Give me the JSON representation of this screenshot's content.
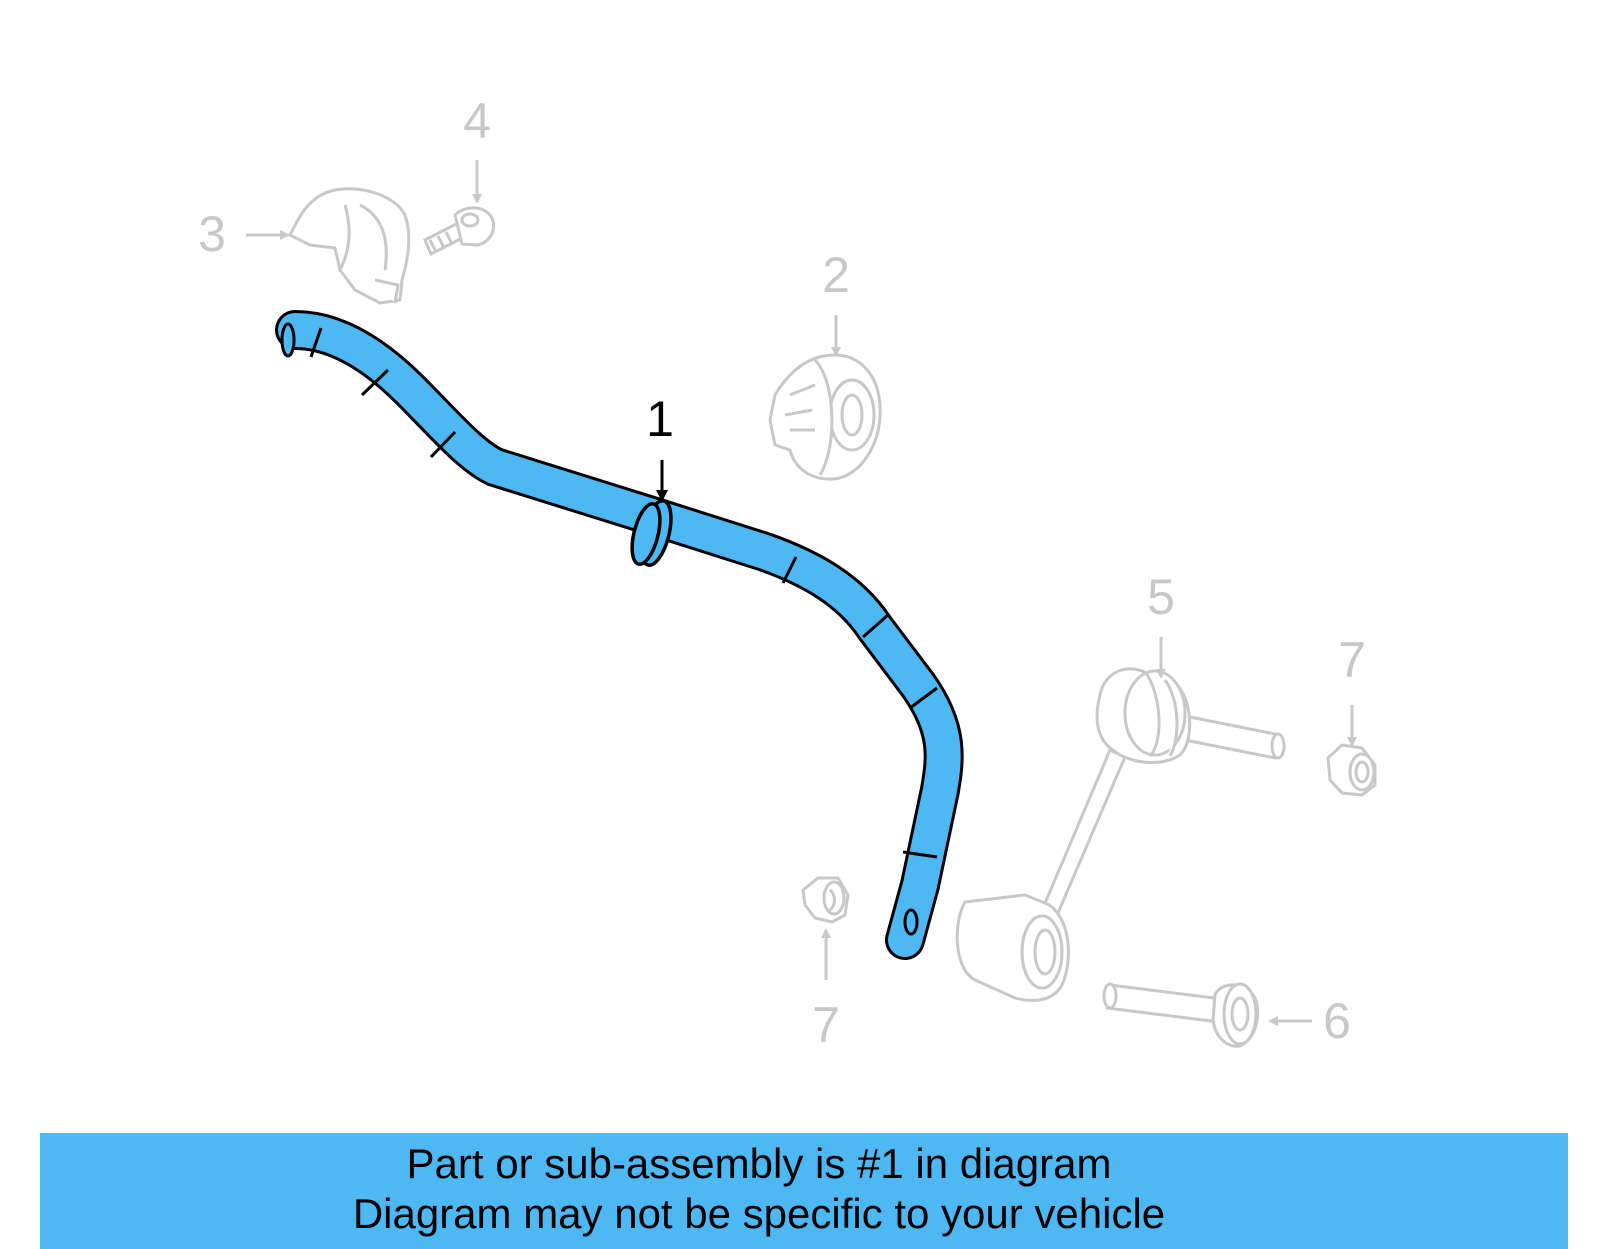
{
  "colors": {
    "highlight": "#4db8f4",
    "faded": "#c8c8c8",
    "outline": "#000000",
    "callout_active": "#000000"
  },
  "callouts": {
    "part1": "1",
    "part2": "2",
    "part3": "3",
    "part4": "4",
    "part5": "5",
    "part6": "6",
    "part7_right": "7",
    "part7_bottom": "7"
  },
  "banner": {
    "line1": "Part or sub-assembly is #1 in diagram",
    "line2": "Diagram may not be specific to your vehicle"
  }
}
